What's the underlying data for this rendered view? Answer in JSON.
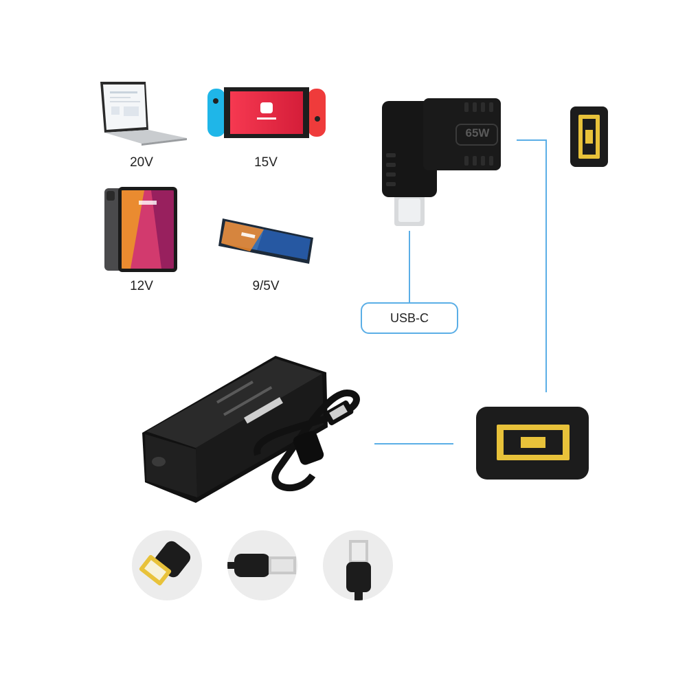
{
  "devices": [
    {
      "name": "laptop",
      "voltage": "20V"
    },
    {
      "name": "game-console",
      "voltage": "15V"
    },
    {
      "name": "tablet",
      "voltage": "12V"
    },
    {
      "name": "phone",
      "voltage": "9/5V"
    }
  ],
  "adapter": {
    "rating_text": "65W",
    "port_label": "USB-C"
  },
  "colors": {
    "accent_line": "#5aaee6",
    "connector_yellow": "#e8c23a",
    "connector_black": "#1c1c1c",
    "circle_bg": "#ececec"
  }
}
